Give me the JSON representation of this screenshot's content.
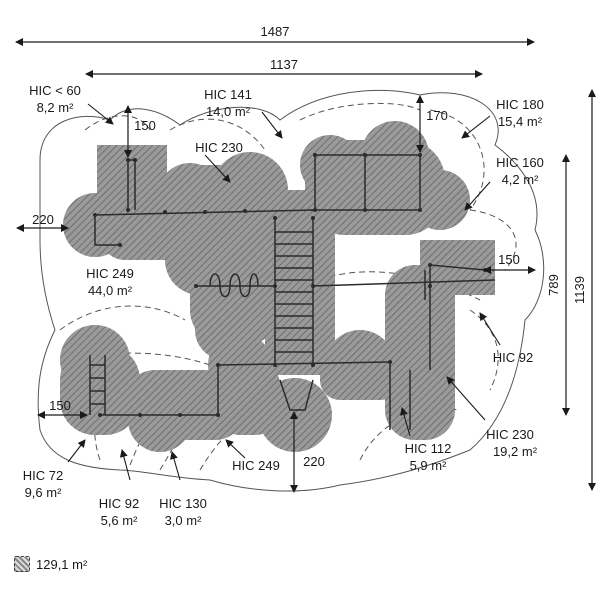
{
  "dimensions": {
    "top_width": "1487",
    "inner_width": "1137",
    "right_height_outer": "1139",
    "right_height_inner": "789",
    "clear_150_top": "150",
    "clear_170": "170",
    "clear_220_left": "220",
    "clear_150_right": "150",
    "clear_150_left": "150",
    "clear_220_bottom": "220"
  },
  "zones": [
    {
      "hic": "HIC < 60",
      "area": "8,2 m²"
    },
    {
      "hic": "HIC 141",
      "area": "14,0 m²"
    },
    {
      "hic": "HIC 230",
      "area": ""
    },
    {
      "hic": "HIC 180",
      "area": "15,4 m²"
    },
    {
      "hic": "HIC 160",
      "area": "4,2 m²"
    },
    {
      "hic": "HIC 249",
      "area": "44,0 m²"
    },
    {
      "hic": "HIC 92",
      "area": ""
    },
    {
      "hic": "HIC 230",
      "area": "19,2 m²"
    },
    {
      "hic": "HIC 112",
      "area": "5,9 m²"
    },
    {
      "hic": "HIC 249",
      "area": ""
    },
    {
      "hic": "HIC 72",
      "area": "9,6 m²"
    },
    {
      "hic": "HIC 92",
      "area": "5,6 m²"
    },
    {
      "hic": "HIC 130",
      "area": "3,0 m²"
    }
  ],
  "legend": {
    "icon": "hatched-area-icon",
    "total_area": "129,1 m²"
  }
}
